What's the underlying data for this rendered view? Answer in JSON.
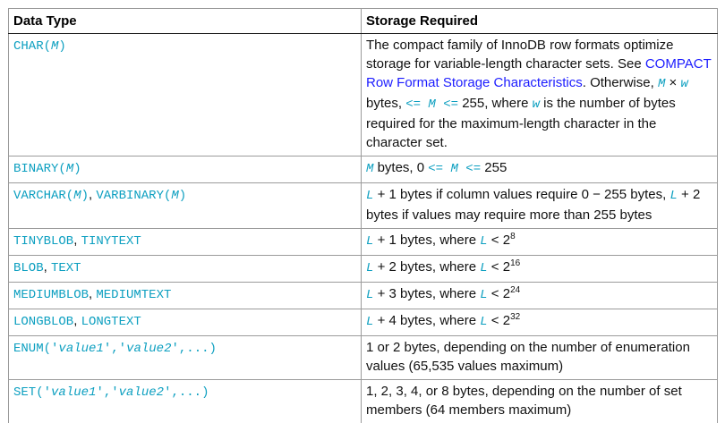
{
  "colors": {
    "code_accent": "#0c9fc0",
    "link_blue": "#1c1cff",
    "grid_border": "#9b9b9b",
    "header_rule": "#1a1a1a"
  },
  "table": {
    "headers": [
      {
        "label": "Data Type"
      },
      {
        "label": "Storage Required"
      }
    ],
    "rows": [
      {
        "type": [
          {
            "kind": "code",
            "text": "CHAR("
          },
          {
            "kind": "code-italic",
            "text": "M"
          },
          {
            "kind": "code",
            "text": ")"
          }
        ],
        "storage": [
          {
            "kind": "text",
            "text": "The compact family of InnoDB row formats optimize storage for variable-length character sets. See "
          },
          {
            "kind": "link",
            "text": "COMPACT Row Format Storage Characteristics"
          },
          {
            "kind": "text",
            "text": ". Otherwise, "
          },
          {
            "kind": "code-italic",
            "text": "M"
          },
          {
            "kind": "text",
            "text": " × "
          },
          {
            "kind": "code-italic",
            "text": "w"
          },
          {
            "kind": "text",
            "text": " bytes, "
          },
          {
            "kind": "code",
            "text": "<= "
          },
          {
            "kind": "code-italic",
            "text": "M"
          },
          {
            "kind": "code",
            "text": " <="
          },
          {
            "kind": "text",
            "text": " 255, where "
          },
          {
            "kind": "code-italic",
            "text": "w"
          },
          {
            "kind": "text",
            "text": " is the number of bytes required for the maximum-length character in the character set."
          }
        ]
      },
      {
        "type": [
          {
            "kind": "code",
            "text": "BINARY("
          },
          {
            "kind": "code-italic",
            "text": "M"
          },
          {
            "kind": "code",
            "text": ")"
          }
        ],
        "storage": [
          {
            "kind": "code-italic",
            "text": "M"
          },
          {
            "kind": "text",
            "text": " bytes, 0 "
          },
          {
            "kind": "code",
            "text": "<= "
          },
          {
            "kind": "code-italic",
            "text": "M"
          },
          {
            "kind": "code",
            "text": " <="
          },
          {
            "kind": "text",
            "text": " 255"
          }
        ]
      },
      {
        "type": [
          {
            "kind": "code",
            "text": "VARCHAR("
          },
          {
            "kind": "code-italic",
            "text": "M"
          },
          {
            "kind": "code",
            "text": ")"
          },
          {
            "kind": "text",
            "text": ", "
          },
          {
            "kind": "code",
            "text": "VARBINARY("
          },
          {
            "kind": "code-italic",
            "text": "M"
          },
          {
            "kind": "code",
            "text": ")"
          }
        ],
        "storage": [
          {
            "kind": "code-italic",
            "text": "L"
          },
          {
            "kind": "text",
            "text": " + 1 bytes if column values require 0 − 255 bytes, "
          },
          {
            "kind": "code-italic",
            "text": "L"
          },
          {
            "kind": "text",
            "text": " + 2 bytes if values may require more than 255 bytes"
          }
        ]
      },
      {
        "type": [
          {
            "kind": "code",
            "text": "TINYBLOB"
          },
          {
            "kind": "text",
            "text": ", "
          },
          {
            "kind": "code",
            "text": "TINYTEXT"
          }
        ],
        "storage": [
          {
            "kind": "code-italic",
            "text": "L"
          },
          {
            "kind": "text",
            "text": " + 1 bytes, where "
          },
          {
            "kind": "code-italic",
            "text": "L"
          },
          {
            "kind": "text",
            "text": " < 2"
          },
          {
            "kind": "sup",
            "text": "8"
          }
        ]
      },
      {
        "type": [
          {
            "kind": "code",
            "text": "BLOB"
          },
          {
            "kind": "text",
            "text": ", "
          },
          {
            "kind": "code",
            "text": "TEXT"
          }
        ],
        "storage": [
          {
            "kind": "code-italic",
            "text": "L"
          },
          {
            "kind": "text",
            "text": " + 2 bytes, where "
          },
          {
            "kind": "code-italic",
            "text": "L"
          },
          {
            "kind": "text",
            "text": " < 2"
          },
          {
            "kind": "sup",
            "text": "16"
          }
        ]
      },
      {
        "type": [
          {
            "kind": "code",
            "text": "MEDIUMBLOB"
          },
          {
            "kind": "text",
            "text": ", "
          },
          {
            "kind": "code",
            "text": "MEDIUMTEXT"
          }
        ],
        "storage": [
          {
            "kind": "code-italic",
            "text": "L"
          },
          {
            "kind": "text",
            "text": " + 3 bytes, where "
          },
          {
            "kind": "code-italic",
            "text": "L"
          },
          {
            "kind": "text",
            "text": " < 2"
          },
          {
            "kind": "sup",
            "text": "24"
          }
        ]
      },
      {
        "type": [
          {
            "kind": "code",
            "text": "LONGBLOB"
          },
          {
            "kind": "text",
            "text": ", "
          },
          {
            "kind": "code",
            "text": "LONGTEXT"
          }
        ],
        "storage": [
          {
            "kind": "code-italic",
            "text": "L"
          },
          {
            "kind": "text",
            "text": " + 4 bytes, where "
          },
          {
            "kind": "code-italic",
            "text": "L"
          },
          {
            "kind": "text",
            "text": " < 2"
          },
          {
            "kind": "sup",
            "text": "32"
          }
        ]
      },
      {
        "type": [
          {
            "kind": "code",
            "text": "ENUM('"
          },
          {
            "kind": "code-italic",
            "text": "value1"
          },
          {
            "kind": "code",
            "text": "','"
          },
          {
            "kind": "code-italic",
            "text": "value2"
          },
          {
            "kind": "code",
            "text": "',...)"
          }
        ],
        "storage": [
          {
            "kind": "text",
            "text": "1 or 2 bytes, depending on the number of enumeration values (65,535 values maximum)"
          }
        ]
      },
      {
        "type": [
          {
            "kind": "code",
            "text": "SET('"
          },
          {
            "kind": "code-italic",
            "text": "value1"
          },
          {
            "kind": "code",
            "text": "','"
          },
          {
            "kind": "code-italic",
            "text": "value2"
          },
          {
            "kind": "code",
            "text": "',...)"
          }
        ],
        "storage": [
          {
            "kind": "text",
            "text": "1, 2, 3, 4, or 8 bytes, depending on the number of set members (64 members maximum)"
          }
        ]
      }
    ]
  }
}
